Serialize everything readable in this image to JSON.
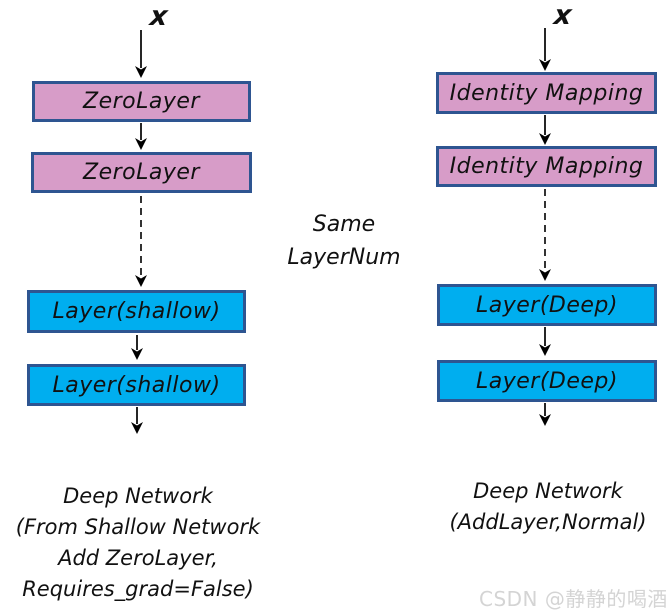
{
  "diagram": {
    "left_column": {
      "input_label": "x",
      "boxes": [
        {
          "label": "ZeroLayer",
          "style": "pink"
        },
        {
          "label": "ZeroLayer",
          "style": "pink"
        },
        {
          "label": "Layer(shallow)",
          "style": "blue"
        },
        {
          "label": "Layer(shallow)",
          "style": "blue"
        }
      ],
      "caption_lines": [
        "Deep Network",
        "(From Shallow Network",
        "Add ZeroLayer,",
        "Requires_grad=False)"
      ]
    },
    "right_column": {
      "input_label": "x",
      "boxes": [
        {
          "label": "Identity Mapping",
          "style": "pink"
        },
        {
          "label": "Identity Mapping",
          "style": "pink"
        },
        {
          "label": "Layer(Deep)",
          "style": "blue"
        },
        {
          "label": "Layer(Deep)",
          "style": "blue"
        }
      ],
      "caption_lines": [
        "Deep Network",
        "(AddLayer,Normal)"
      ]
    },
    "center_note_lines": [
      "Same",
      "LayerNum"
    ],
    "colors": {
      "pink_fill": "#d79cc8",
      "blue_fill": "#00aeef",
      "box_border": "#2e5591",
      "arrow": "#000000",
      "watermark_gray": "#d4d4d4"
    }
  },
  "watermark": "CSDN @静静的喝酒"
}
